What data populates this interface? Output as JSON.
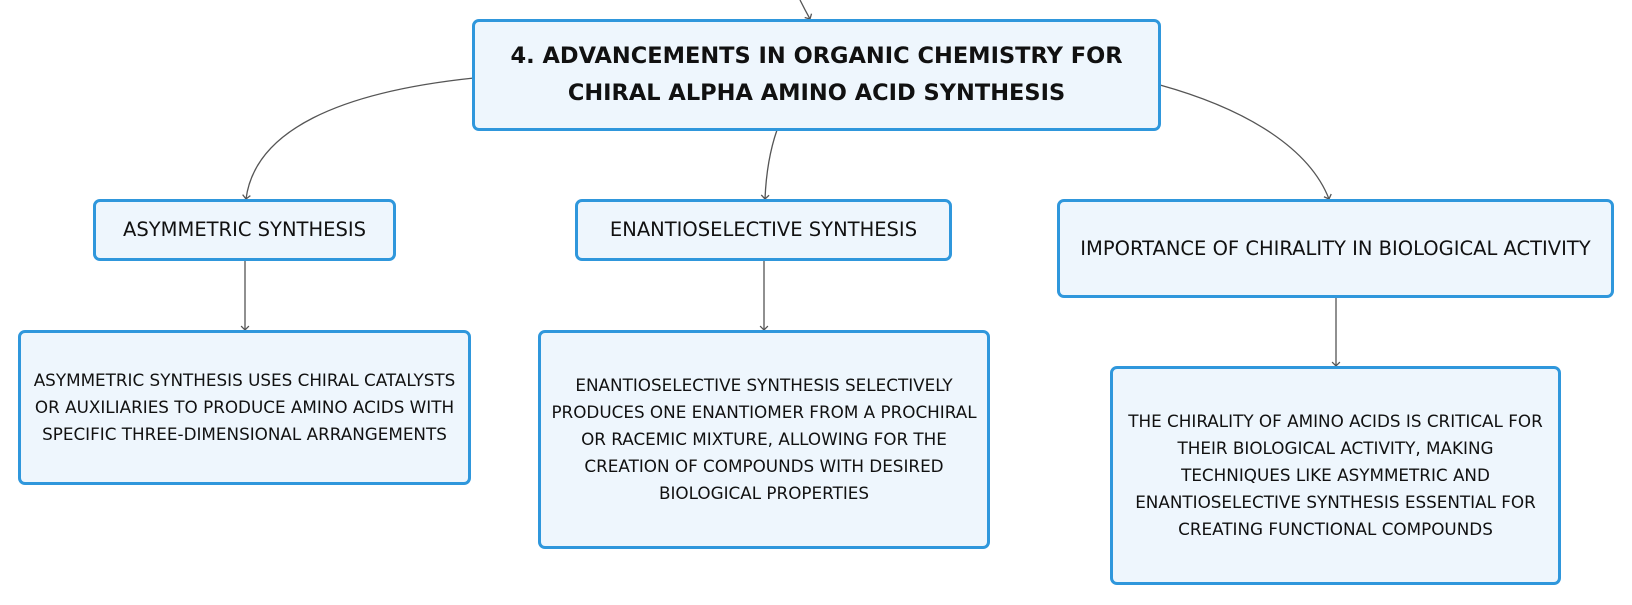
{
  "diagram": {
    "root": {
      "title": "4. ADVANCEMENTS IN ORGANIC CHEMISTRY FOR CHIRAL ALPHA AMINO ACID SYNTHESIS"
    },
    "topics": [
      {
        "label": "ASYMMETRIC SYNTHESIS",
        "detail": "ASYMMETRIC SYNTHESIS USES CHIRAL CATALYSTS OR AUXILIARIES TO PRODUCE AMINO ACIDS WITH SPECIFIC THREE-DIMENSIONAL ARRANGEMENTS"
      },
      {
        "label": "ENANTIOSELECTIVE SYNTHESIS",
        "detail": "ENANTIOSELECTIVE SYNTHESIS SELECTIVELY PRODUCES ONE ENANTIOMER FROM A PROCHIRAL OR RACEMIC MIXTURE, ALLOWING FOR THE CREATION OF COMPOUNDS WITH DESIRED BIOLOGICAL PROPERTIES"
      },
      {
        "label": "IMPORTANCE OF CHIRALITY IN BIOLOGICAL ACTIVITY",
        "detail": "THE CHIRALITY OF AMINO ACIDS IS CRITICAL FOR THEIR BIOLOGICAL ACTIVITY, MAKING TECHNIQUES LIKE ASYMMETRIC AND ENANTIOSELECTIVE SYNTHESIS ESSENTIAL FOR CREATING FUNCTIONAL COMPOUNDS"
      }
    ],
    "colors": {
      "node_border": "#2f97dc",
      "node_fill": "#eef6fd",
      "connector": "#555555",
      "text": "#111111"
    }
  }
}
